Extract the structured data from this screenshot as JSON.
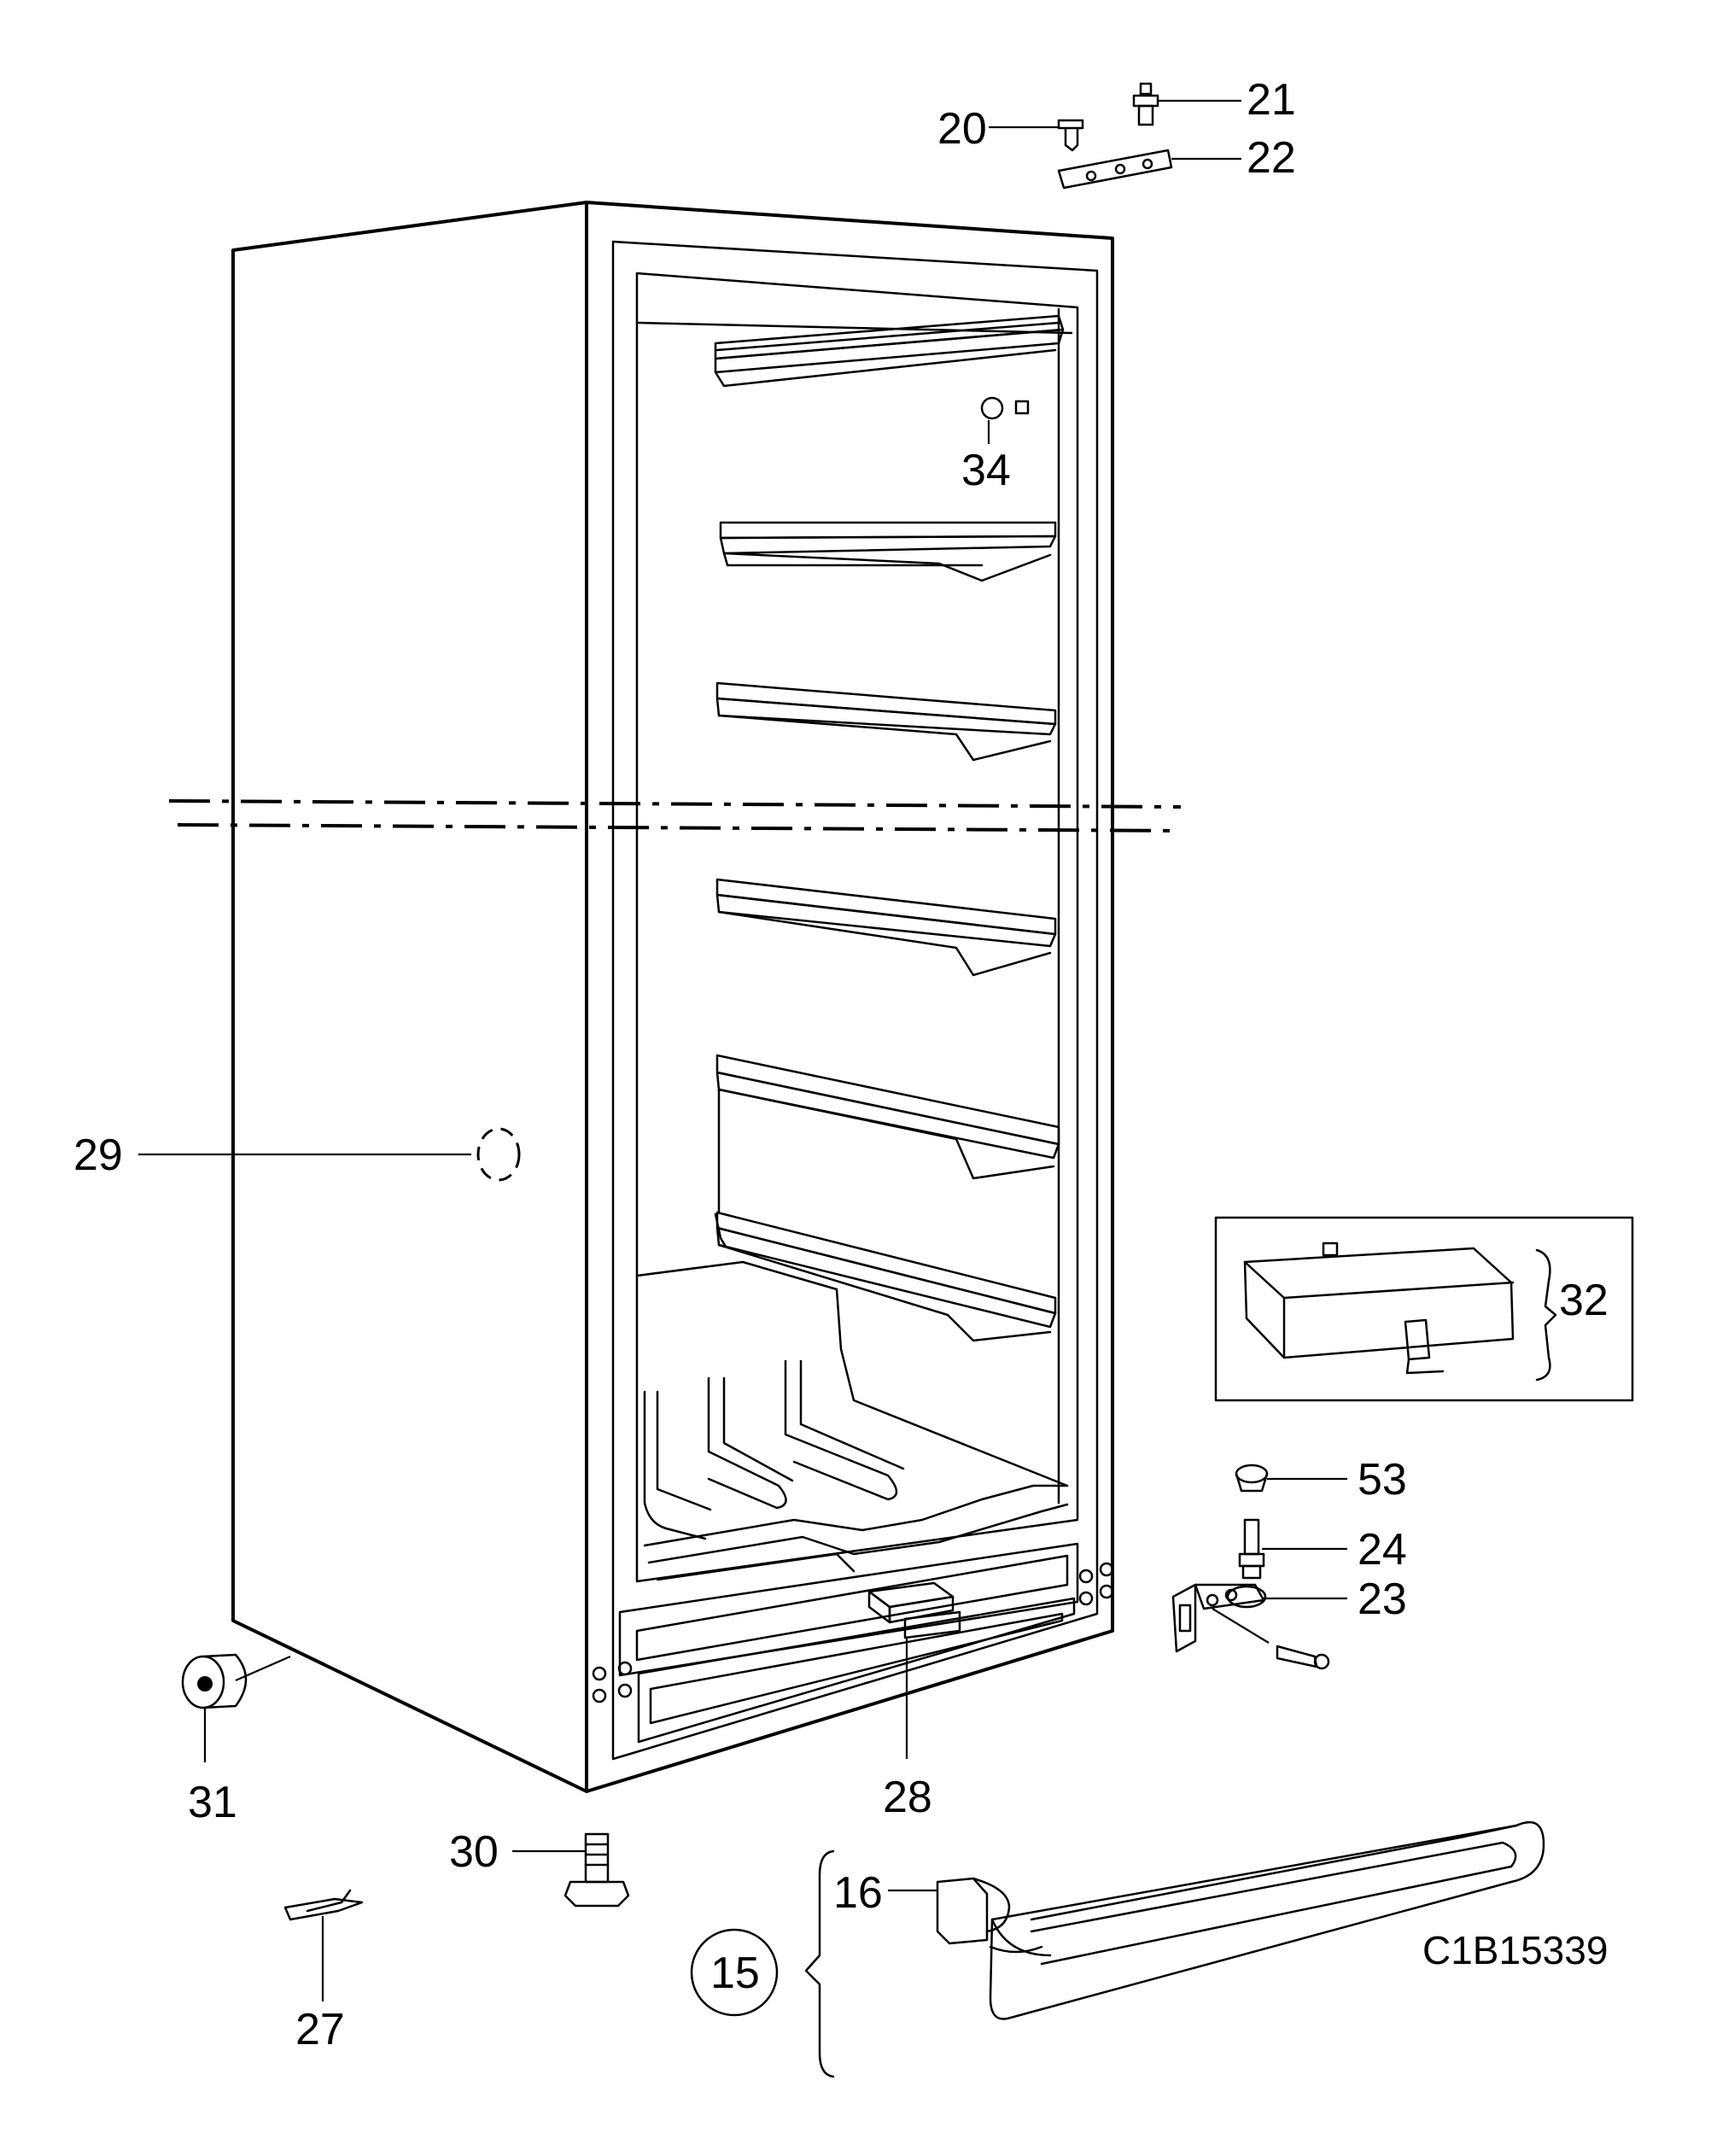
{
  "callouts": {
    "c15": "15",
    "c16": "16",
    "c20": "20",
    "c21": "21",
    "c22": "22",
    "c23": "23",
    "c24": "24",
    "c27": "27",
    "c28": "28",
    "c29": "29",
    "c30": "30",
    "c31": "31",
    "c32": "32",
    "c34": "34",
    "c53": "53"
  },
  "drawing_code": "C1B15339"
}
